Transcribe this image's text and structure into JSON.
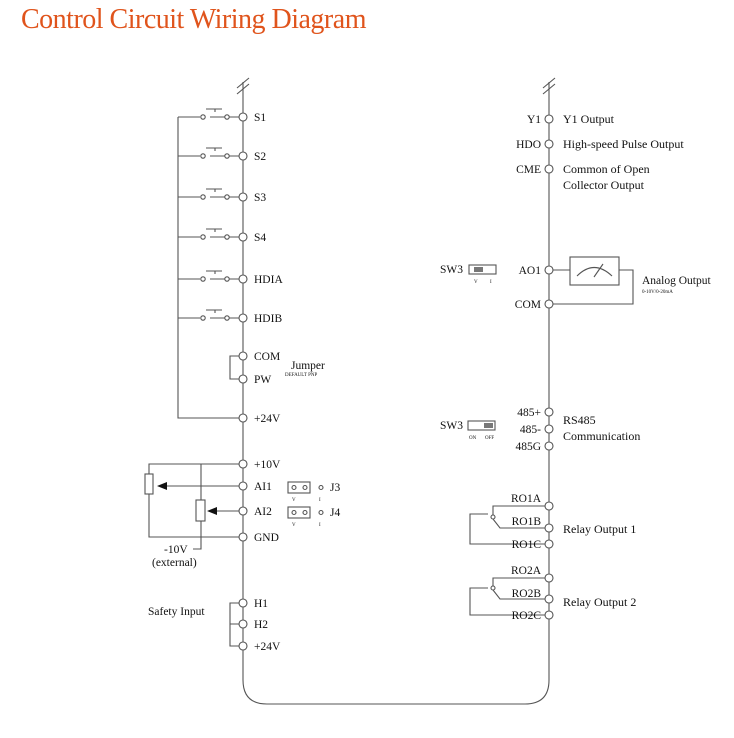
{
  "title": "Control Circuit Wiring Diagram",
  "left_terminals": {
    "S1": "S1",
    "S2": "S2",
    "S3": "S3",
    "S4": "S4",
    "HDIA": "HDIA",
    "HDIB": "HDIB",
    "COM": "COM",
    "PW": "PW",
    "P24": "+24V",
    "P10": "+10V",
    "AI1": "AI1",
    "AI2": "AI2",
    "GND": "GND",
    "H1": "H1",
    "H2": "H2",
    "P24b": "+24V"
  },
  "jumper": {
    "label": "Jumper",
    "sublabel": "DEFAULT PNP"
  },
  "j3": {
    "label": "J3",
    "v": "V",
    "i": "I"
  },
  "j4": {
    "label": "J4",
    "v": "V",
    "i": "I"
  },
  "ext": {
    "line1": "-10V",
    "line2": "(external)"
  },
  "safety_input": "Safety Input",
  "right_terminals": {
    "Y1": "Y1",
    "HDO": "HDO",
    "CME": "CME",
    "AO1": "AO1",
    "COM": "COM",
    "R485P": "485+",
    "R485N": "485-",
    "R485G": "485G",
    "RO1A": "RO1A",
    "RO1B": "RO1B",
    "RO1C": "RO1C",
    "RO2A": "RO2A",
    "RO2B": "RO2B",
    "RO2C": "RO2C"
  },
  "descriptions": {
    "y1": "Y1 Output",
    "hdo": "High-speed Pulse Output",
    "cme1": "Common of Open",
    "cme2": "Collector Output",
    "ao_title": "Analog Output",
    "ao_sub": "0-10V/0-20mA",
    "rs485_1": "RS485",
    "rs485_2": "Communication",
    "relay1": "Relay Output 1",
    "relay2": "Relay Output 2"
  },
  "sw3_ao": {
    "label": "SW3",
    "v": "V",
    "i": "I"
  },
  "sw3_485": {
    "label": "SW3",
    "on": "ON",
    "off": "OFF"
  },
  "colors": {
    "title": "#e0541c",
    "wire": "#555555"
  }
}
